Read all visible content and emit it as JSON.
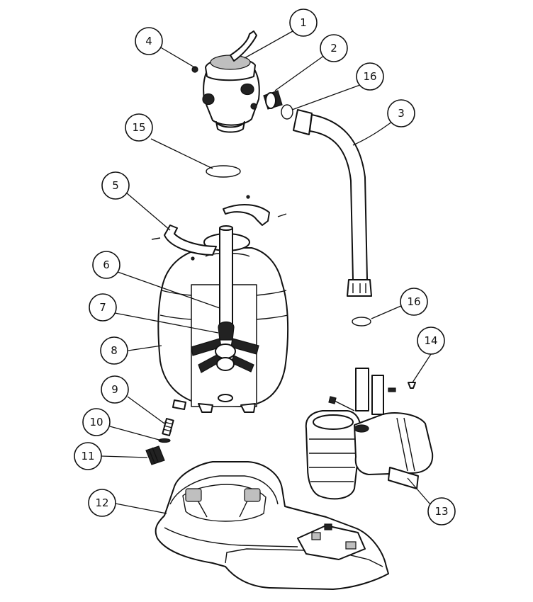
{
  "diagram": {
    "callouts": [
      {
        "id": "1",
        "label": "1"
      },
      {
        "id": "2",
        "label": "2"
      },
      {
        "id": "3",
        "label": "3"
      },
      {
        "id": "4",
        "label": "4"
      },
      {
        "id": "5",
        "label": "5"
      },
      {
        "id": "6",
        "label": "6"
      },
      {
        "id": "7",
        "label": "7"
      },
      {
        "id": "8",
        "label": "8"
      },
      {
        "id": "9",
        "label": "9"
      },
      {
        "id": "10",
        "label": "10"
      },
      {
        "id": "11",
        "label": "11"
      },
      {
        "id": "12",
        "label": "12"
      },
      {
        "id": "13",
        "label": "13"
      },
      {
        "id": "14",
        "label": "14"
      },
      {
        "id": "15",
        "label": "15"
      },
      {
        "id": "16a",
        "label": "16"
      },
      {
        "id": "16b",
        "label": "16"
      }
    ]
  }
}
